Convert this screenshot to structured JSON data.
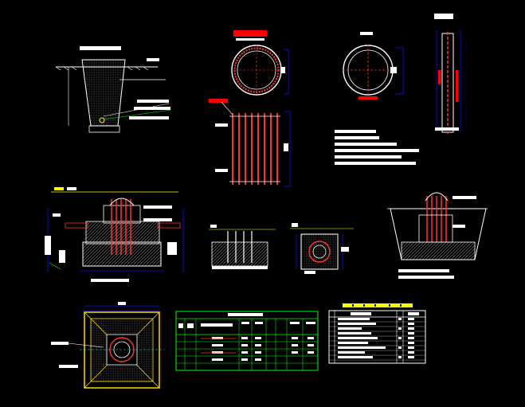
{
  "document": {
    "type": "cad-drawing-sheet",
    "text_legible": false
  },
  "colors": {
    "background": "#000000",
    "line": "#ffffff",
    "dimension": "#1010ff",
    "rebar": "#ff2020",
    "highlight_red": "#ff0000",
    "label_fill": "#ffffff",
    "title_bar": "#ffff00",
    "table_border": "#00ff00",
    "frame_yellow": "#ffd700",
    "leader": "#00ffff",
    "hatch": "#9a9a9a"
  },
  "views": {
    "pit_section": {
      "id": "pit-section"
    },
    "ring_plan_left": {
      "id": "ring-plan-left"
    },
    "ring_plan_right": {
      "id": "ring-plan-right"
    },
    "tall_rebar_elevation": {
      "id": "tall-rebar-elevation"
    },
    "rebar_cage_elevation": {
      "id": "rebar-cage-elevation"
    },
    "foundation_section_left": {
      "id": "foundation-section-left"
    },
    "small_detail_center": {
      "id": "small-detail-center"
    },
    "square_base_plan": {
      "id": "square-base-plan"
    },
    "trench_section_right": {
      "id": "trench-section-right"
    },
    "base_plan_bottom": {
      "id": "base-plan-bottom"
    }
  },
  "tables": {
    "quantity_table": {
      "id": "quantity-table",
      "rows": 5,
      "cols": 9
    },
    "material_table": {
      "id": "material-table",
      "rows": 11,
      "cols": 3
    }
  },
  "notes_block": {
    "id": "notes-block",
    "lines": 6
  }
}
